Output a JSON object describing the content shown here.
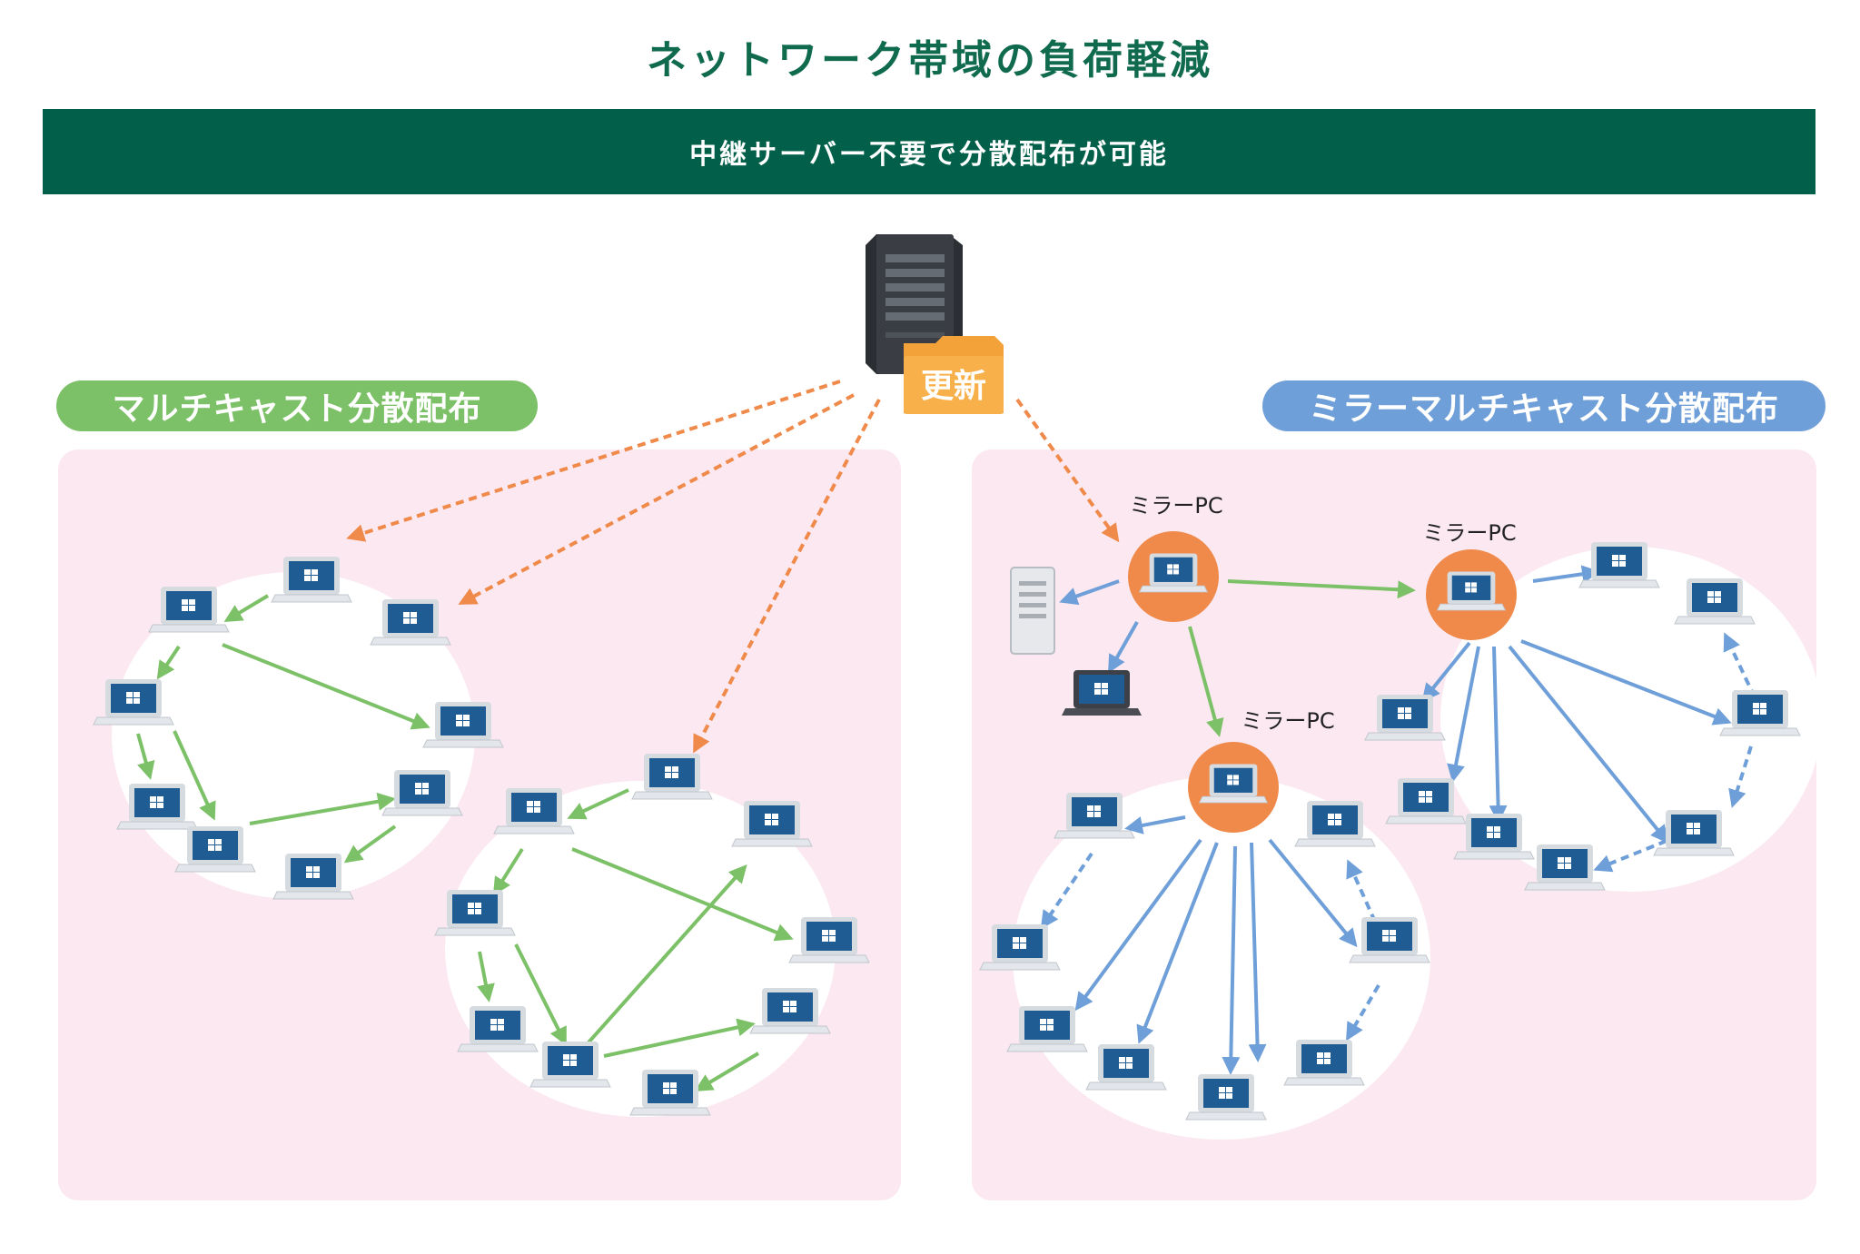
{
  "header": {
    "title": "ネットワーク帯域の負荷軽減",
    "subtitle": "中継サーバー不要で分散配布が可能"
  },
  "server": {
    "update_label": "更新"
  },
  "left_section": {
    "label": "マルチキャスト分散配布"
  },
  "right_section": {
    "label": "ミラーマルチキャスト分散配布",
    "mirror_label": "ミラーPC"
  },
  "colors": {
    "title": "#0f6a4e",
    "banner": "#02604a",
    "green_arrow": "#7cc167",
    "blue_arrow": "#6f9fd8",
    "orange_arrow": "#f08a4b",
    "panel": "#fbe8f0",
    "mirror_circle": "#f08a4b",
    "screen": "#1f5c94"
  },
  "icons": {
    "server": "server-tower-icon",
    "folder": "folder-icon",
    "laptop": "windows-laptop-icon",
    "desktop": "desktop-tower-icon"
  }
}
